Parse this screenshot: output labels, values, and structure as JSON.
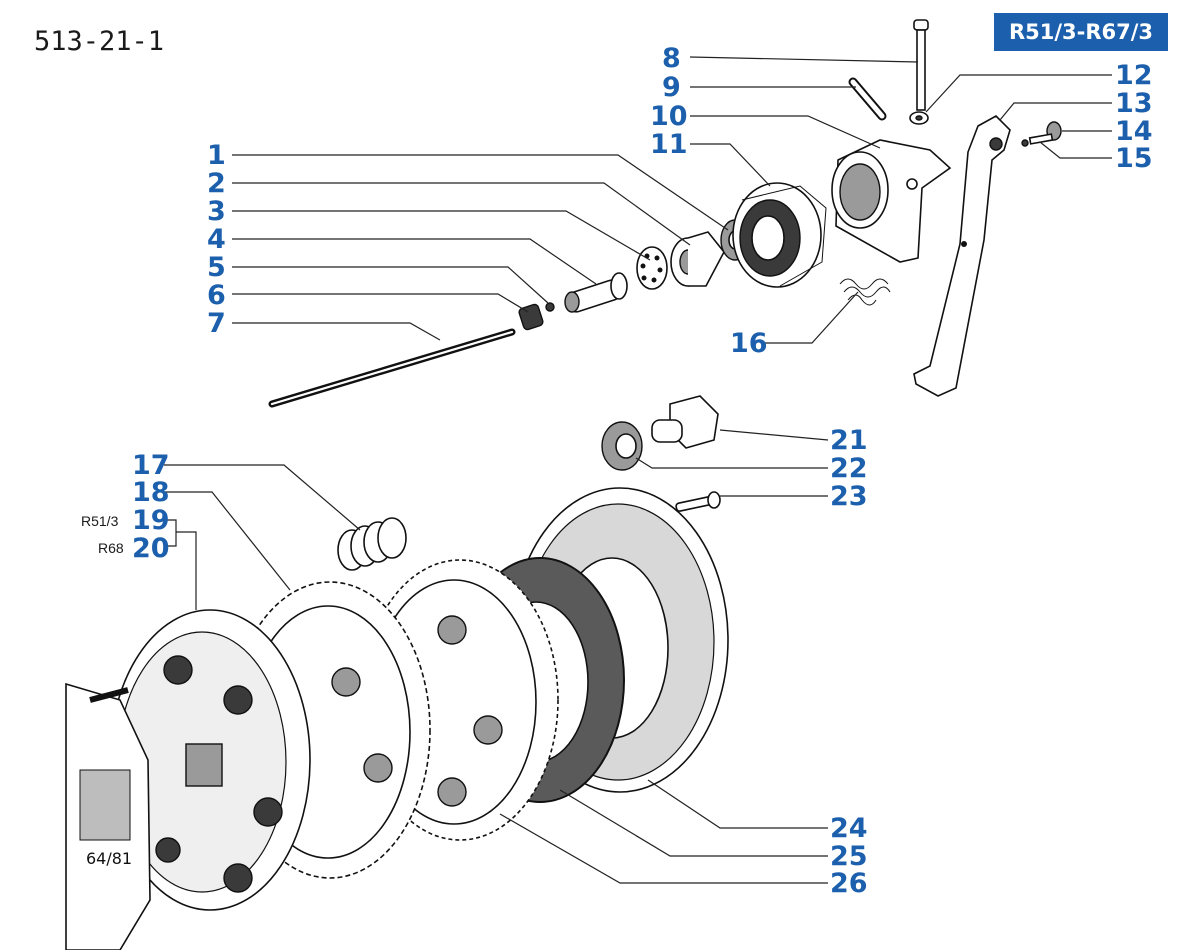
{
  "header": {
    "page_code": "513-21-1",
    "model_badge": "R51/3-R67/3"
  },
  "callouts": [
    {
      "id": "c1",
      "label": "1"
    },
    {
      "id": "c2",
      "label": "2"
    },
    {
      "id": "c3",
      "label": "3"
    },
    {
      "id": "c4",
      "label": "4"
    },
    {
      "id": "c5",
      "label": "5"
    },
    {
      "id": "c6",
      "label": "6"
    },
    {
      "id": "c7",
      "label": "7"
    },
    {
      "id": "c8",
      "label": "8"
    },
    {
      "id": "c9",
      "label": "9"
    },
    {
      "id": "c10",
      "label": "10"
    },
    {
      "id": "c11",
      "label": "11"
    },
    {
      "id": "c12",
      "label": "12"
    },
    {
      "id": "c13",
      "label": "13"
    },
    {
      "id": "c14",
      "label": "14"
    },
    {
      "id": "c15",
      "label": "15"
    },
    {
      "id": "c16",
      "label": "16"
    },
    {
      "id": "c17",
      "label": "17"
    },
    {
      "id": "c18",
      "label": "18"
    },
    {
      "id": "c19",
      "label": "19"
    },
    {
      "id": "c20",
      "label": "20"
    },
    {
      "id": "c21",
      "label": "21"
    },
    {
      "id": "c22",
      "label": "22"
    },
    {
      "id": "c23",
      "label": "23"
    },
    {
      "id": "c24",
      "label": "24"
    },
    {
      "id": "c25",
      "label": "25"
    },
    {
      "id": "c26",
      "label": "26"
    }
  ],
  "variants": {
    "v19": "R51/3",
    "v20": "R68"
  },
  "engine_stamp": "64/81"
}
